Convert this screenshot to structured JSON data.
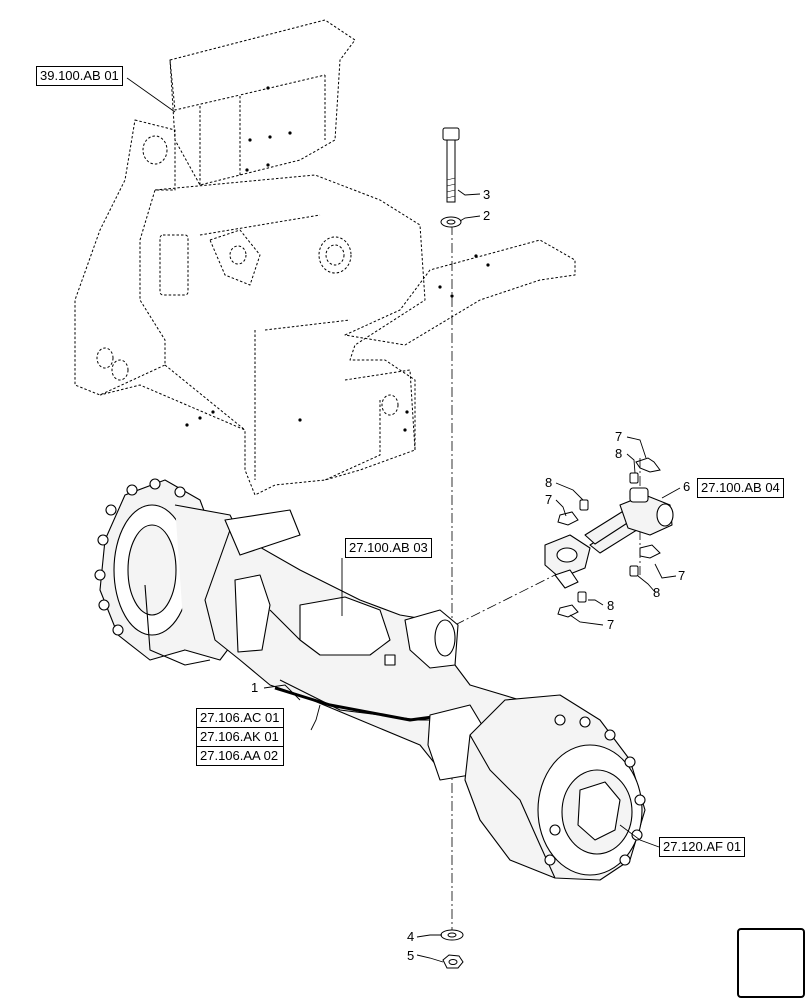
{
  "references": {
    "frame": "39.100.AB 01",
    "driveshaft": "27.100.AB 04",
    "axle_housing": "27.100.AB 03",
    "axle_list": [
      "27.106.AC 01",
      "27.106.AK 01",
      "27.106.AA 02"
    ],
    "hub": "27.120.AF 01"
  },
  "callouts": {
    "c1": "1",
    "c2": "2",
    "c3": "3",
    "c4": "4",
    "c5": "5",
    "c6": "6",
    "c7a": "7",
    "c7b": "7",
    "c7c": "7",
    "c7d": "7",
    "c8a": "8",
    "c8b": "8",
    "c8c": "8",
    "c8d": "8"
  },
  "icons": {
    "navigation": "next-page-arrow-icon"
  },
  "colors": {
    "line": "#000000",
    "background": "#ffffff",
    "fill": "#f4f4f4"
  }
}
